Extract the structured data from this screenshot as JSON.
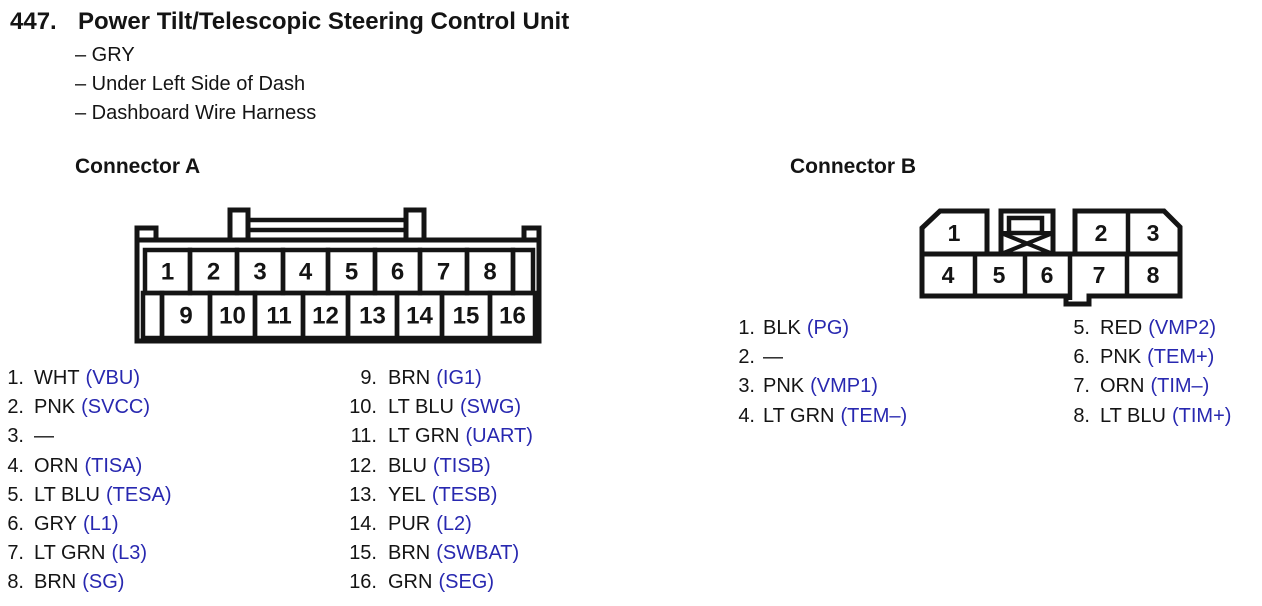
{
  "header": {
    "number": "447.",
    "title": "Power Tilt/Telescopic Steering Control Unit",
    "details": [
      "– GRY",
      "– Under Left Side of Dash",
      "– Dashboard Wire Harness"
    ]
  },
  "colors": {
    "ink": "#141414",
    "signal_blue": "#2828b0"
  },
  "connector_a": {
    "heading": "Connector A",
    "diagram": {
      "top_row_pins": [
        "1",
        "2",
        "3",
        "4",
        "5",
        "6",
        "7",
        "8"
      ],
      "bottom_row_pins": [
        "9",
        "10",
        "11",
        "12",
        "13",
        "14",
        "15",
        "16"
      ]
    },
    "pin_columns": [
      [
        {
          "num": "1.",
          "wire": "WHT",
          "signal": "(VBU)"
        },
        {
          "num": "2.",
          "wire": "PNK",
          "signal": "(SVCC)"
        },
        {
          "num": "3.",
          "wire": "—",
          "signal": ""
        },
        {
          "num": "4.",
          "wire": "ORN",
          "signal": "(TISA)"
        },
        {
          "num": "5.",
          "wire": "LT BLU",
          "signal": "(TESA)"
        },
        {
          "num": "6.",
          "wire": "GRY",
          "signal": "(L1)"
        },
        {
          "num": "7.",
          "wire": "LT GRN",
          "signal": "(L3)"
        },
        {
          "num": "8.",
          "wire": "BRN",
          "signal": "(SG)"
        }
      ],
      [
        {
          "num": "9.",
          "wire": "BRN",
          "signal": "(IG1)"
        },
        {
          "num": "10.",
          "wire": "LT BLU",
          "signal": "(SWG)"
        },
        {
          "num": "11.",
          "wire": "LT GRN",
          "signal": "(UART)"
        },
        {
          "num": "12.",
          "wire": "BLU",
          "signal": "(TISB)"
        },
        {
          "num": "13.",
          "wire": "YEL",
          "signal": "(TESB)"
        },
        {
          "num": "14.",
          "wire": "PUR",
          "signal": "(L2)"
        },
        {
          "num": "15.",
          "wire": "BRN",
          "signal": "(SWBAT)"
        },
        {
          "num": "16.",
          "wire": "GRN",
          "signal": "(SEG)"
        }
      ]
    ]
  },
  "connector_b": {
    "heading": "Connector B",
    "diagram": {
      "top_row_pins": [
        "1",
        "2",
        "3"
      ],
      "bottom_row_pins": [
        "4",
        "5",
        "6",
        "7",
        "8"
      ]
    },
    "pin_columns": [
      [
        {
          "num": "1.",
          "wire": "BLK",
          "signal": "(PG)"
        },
        {
          "num": "2.",
          "wire": "—",
          "signal": ""
        },
        {
          "num": "3.",
          "wire": "PNK",
          "signal": "(VMP1)"
        },
        {
          "num": "4.",
          "wire": "LT GRN",
          "signal": "(TEM–)"
        }
      ],
      [
        {
          "num": "5.",
          "wire": "RED",
          "signal": "(VMP2)"
        },
        {
          "num": "6.",
          "wire": "PNK",
          "signal": "(TEM+)"
        },
        {
          "num": "7.",
          "wire": "ORN",
          "signal": "(TIM–)"
        },
        {
          "num": "8.",
          "wire": "LT BLU",
          "signal": "(TIM+)"
        }
      ]
    ]
  }
}
